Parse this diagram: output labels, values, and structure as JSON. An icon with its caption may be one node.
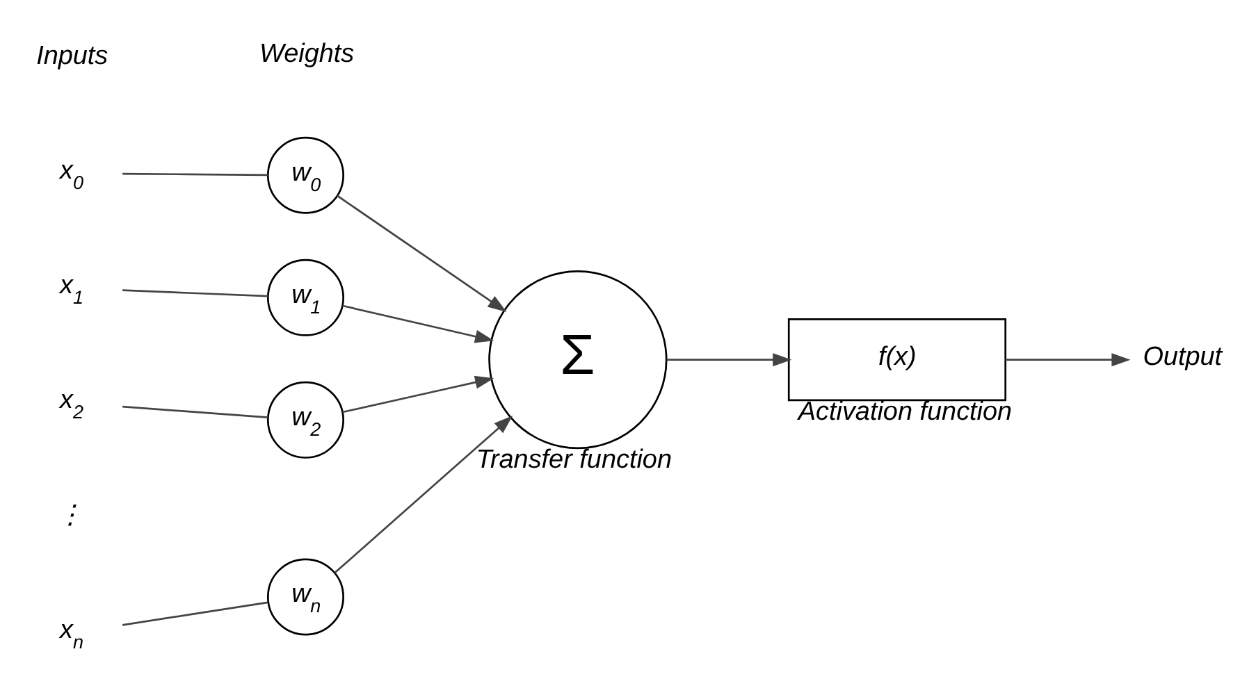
{
  "diagram": {
    "nodes": [
      {
        "text": [
          "x$_{0}$"
        ]
      },
      {
        "text": [
          "w$_{0}$"
        ]
      },
      {
        "text": [
          "x$_{1}$"
        ]
      },
      {
        "text": [
          "w$_{1}$"
        ]
      },
      {
        "text": [
          "x$_{2}$"
        ]
      },
      {
        "text": [
          "w$_{2}$"
        ]
      },
      {
        "text": [
          "x$_{n}$"
        ]
      },
      {
        "text": [
          "w$_{n}$"
        ]
      },
      {
        "text": [
          "Σ"
        ],
        "beside": [
          "Transfer function"
        ]
      },
      {
        "text": [
          "f(x)"
        ],
        "beside": [
          "Activation function"
        ]
      },
      {
        "text": [
          "Output"
        ]
      }
    ],
    "edges": [
      {
        "from": 0,
        "to": 1,
        "arrow": "none"
      },
      {
        "from": 2,
        "to": 3,
        "arrow": "none"
      },
      {
        "from": 4,
        "to": 5,
        "arrow": "none"
      },
      {
        "from": 6,
        "to": 7,
        "arrow": "none"
      },
      {
        "from": 1,
        "to": 8,
        "arrow": "to"
      },
      {
        "from": 3,
        "to": 8,
        "arrow": "to"
      },
      {
        "from": 5,
        "to": 8,
        "arrow": "to"
      },
      {
        "from": 7,
        "to": 8,
        "arrow": "to"
      },
      {
        "from": 8,
        "to": 9,
        "arrow": "to"
      },
      {
        "from": 9,
        "to": 10,
        "arrow": "to"
      }
    ],
    "labels": [
      "Inputs",
      "Weights",
      "⋮"
    ]
  }
}
